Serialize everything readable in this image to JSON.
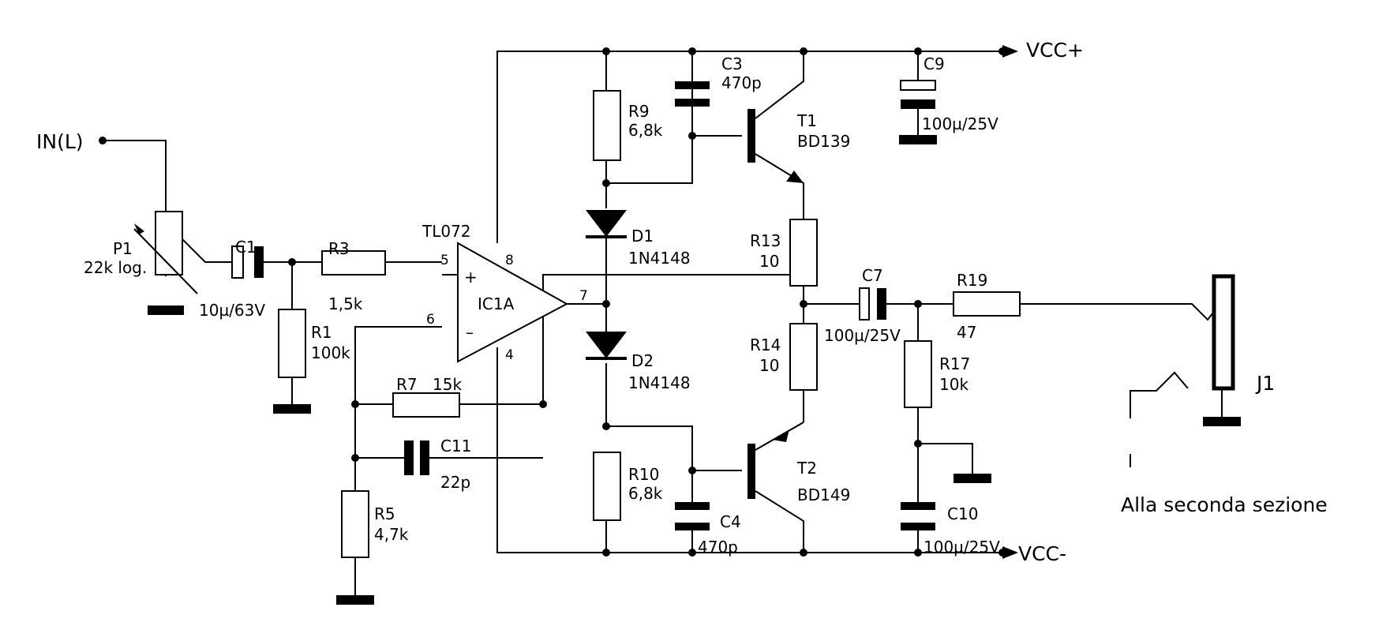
{
  "input_label": "IN(L)",
  "supply": {
    "positive": "VCC+",
    "negative": "VCC-"
  },
  "output_note": "Alla seconda sezione",
  "opamp": {
    "part": "TL072",
    "ref": "IC1A",
    "pins": {
      "pin5": "5",
      "pin6": "6",
      "pin7": "7",
      "pin8": "8",
      "pin4": "4"
    },
    "plus": "+",
    "minus": "–"
  },
  "components": {
    "P1": {
      "ref": "P1",
      "value": "22k log."
    },
    "C1": {
      "ref": "C1",
      "value": "10µ/63V"
    },
    "R3": {
      "ref": "R3",
      "value": "1,5k"
    },
    "R1": {
      "ref": "R1",
      "value": "100k"
    },
    "R7": {
      "ref": "R7",
      "value": "15k"
    },
    "C11": {
      "ref": "C11",
      "value": "22p"
    },
    "R5": {
      "ref": "R5",
      "value": "4,7k"
    },
    "R9": {
      "ref": "R9",
      "value": "6,8k"
    },
    "C3": {
      "ref": "C3",
      "value": "470p"
    },
    "T1": {
      "ref": "T1",
      "value": "BD139"
    },
    "C9": {
      "ref": "C9",
      "value": "100µ/25V"
    },
    "D1": {
      "ref": "D1",
      "value": "1N4148"
    },
    "D2": {
      "ref": "D2",
      "value": "1N4148"
    },
    "R13": {
      "ref": "R13",
      "value": "10"
    },
    "R14": {
      "ref": "R14",
      "value": "10"
    },
    "C7": {
      "ref": "C7",
      "value": "100µ/25V"
    },
    "R19": {
      "ref": "R19",
      "value": "47"
    },
    "R17": {
      "ref": "R17",
      "value": "10k"
    },
    "R10": {
      "ref": "R10",
      "value": "6,8k"
    },
    "C4": {
      "ref": "C4",
      "value": "470p"
    },
    "T2": {
      "ref": "T2",
      "value": "BD149"
    },
    "C10": {
      "ref": "C10",
      "value": "100µ/25V"
    },
    "J1": {
      "ref": "J1"
    }
  }
}
